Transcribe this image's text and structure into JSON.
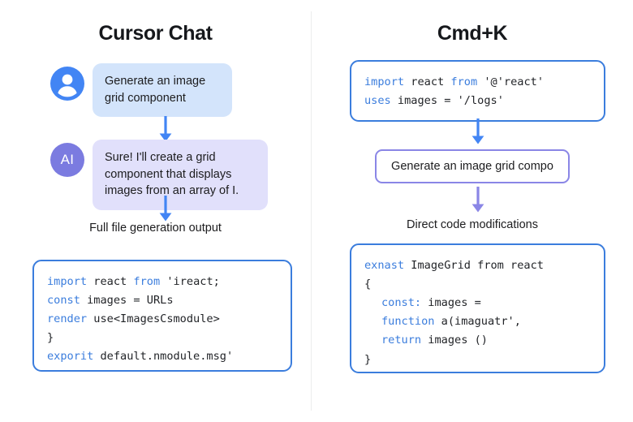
{
  "left_panel": {
    "title": "Cursor Chat",
    "messages": [
      {
        "role": "user",
        "avatar_icon": "user-avatar-icon",
        "text": "Generate an image\ngrid component"
      },
      {
        "role": "ai",
        "avatar_label": "AI",
        "text": "Sure! I'll create a grid\ncomponent that displays\nimages from an array of I."
      }
    ],
    "caption": "Full file generation output",
    "code_block": {
      "lines": [
        [
          {
            "t": "import",
            "kw": true
          },
          {
            "t": " react ",
            "kw": false
          },
          {
            "t": "from",
            "kw": true
          },
          {
            "t": " 'ireact;",
            "kw": false
          }
        ],
        [
          {
            "t": "const",
            "kw": true
          },
          {
            "t": " images = URLs",
            "kw": false
          }
        ],
        [
          {
            "t": "render",
            "kw": true
          },
          {
            "t": " use<ImagesCsmodule>",
            "kw": false
          }
        ],
        [
          {
            "t": "}",
            "kw": false
          }
        ],
        [
          {
            "t": "exporit",
            "kw": true
          },
          {
            "t": " default.nmodule.msg'",
            "kw": false
          }
        ]
      ]
    }
  },
  "right_panel": {
    "title": "Cmd+K",
    "code_block_top": {
      "lines": [
        [
          {
            "t": "import",
            "kw": true
          },
          {
            "t": " react ",
            "kw": false
          },
          {
            "t": "from",
            "kw": true
          },
          {
            "t": " '@'react'",
            "kw": false
          }
        ],
        [
          {
            "t": "uses",
            "kw": true
          },
          {
            "t": " images = '/logs'",
            "kw": false
          }
        ]
      ]
    },
    "prompt_box": {
      "text": "Generate an image grid compo"
    },
    "caption": "Direct code modifications",
    "code_block_bottom": {
      "lines": [
        [
          {
            "t": "exnast",
            "kw": true
          },
          {
            "t": " ImageGrid from react",
            "kw": false
          }
        ],
        [
          {
            "t": "{",
            "kw": false
          }
        ],
        [
          {
            "t": "const:",
            "kw": true
          },
          {
            "t": " images =",
            "kw": false
          }
        ],
        [
          {
            "t": "function",
            "kw": true
          },
          {
            "t": " a(imaguatr',",
            "kw": false
          }
        ],
        [
          {
            "t": "return",
            "kw": true
          },
          {
            "t": " images ()",
            "kw": false
          }
        ],
        [
          {
            "t": "}",
            "kw": false
          }
        ]
      ]
    }
  },
  "colors": {
    "accent_blue": "#3b7ddd",
    "user_avatar_blue": "#4285f4",
    "user_bubble_blue": "#d3e4fb",
    "ai_avatar_purple": "#7b7be0",
    "ai_bubble_purple": "#e1e0fb",
    "prompt_border_purple": "#8a86e6",
    "arrow_blue": "#4285f4",
    "arrow_purple": "#8a86e6",
    "divider_gray": "#eceded",
    "text_dark": "#1c1c1e"
  }
}
